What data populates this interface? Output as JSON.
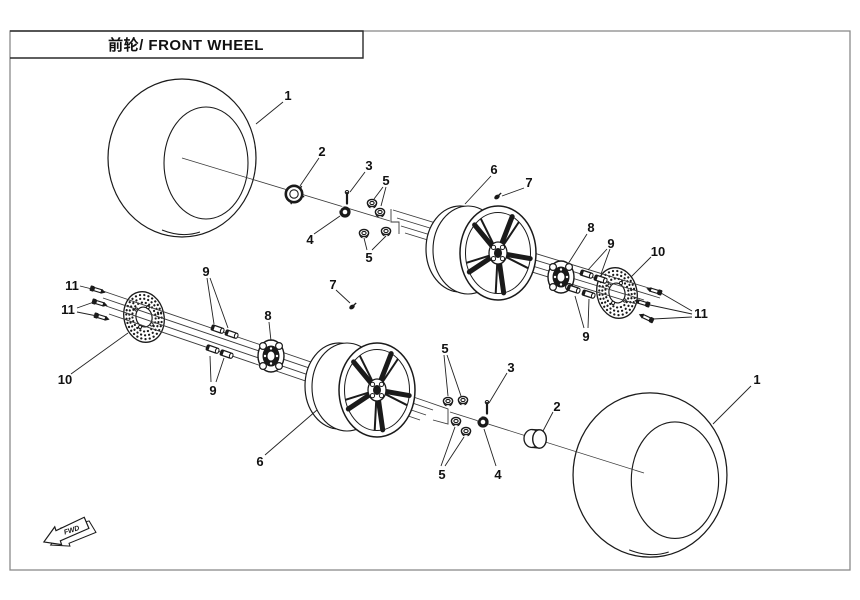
{
  "title": "前轮/ FRONT WHEEL",
  "fwd_label": "FWD",
  "colors": {
    "ink": "#1a1a1a",
    "frame": "#8a8a8a",
    "paper": "#ffffff"
  },
  "callouts": {
    "top": {
      "tire": "1",
      "cap": "2",
      "pin": "3",
      "washer": "4",
      "nuts_upper": "5",
      "nuts_lower": "5",
      "rim": "6",
      "valve": "7",
      "hub": "8",
      "studs_upper": "9",
      "studs_lower": "9",
      "disc": "10",
      "bolts": "11"
    },
    "bottom": {
      "bolts_upper": "11",
      "bolts_lower": "11",
      "disc": "10",
      "studs_upper": "9",
      "studs_lower": "9",
      "hub": "8",
      "rim": "6",
      "valve": "7",
      "nuts_upper": "5",
      "nuts_lower": "5",
      "pin": "3",
      "washer": "4",
      "cap": "2",
      "tire": "1"
    }
  }
}
